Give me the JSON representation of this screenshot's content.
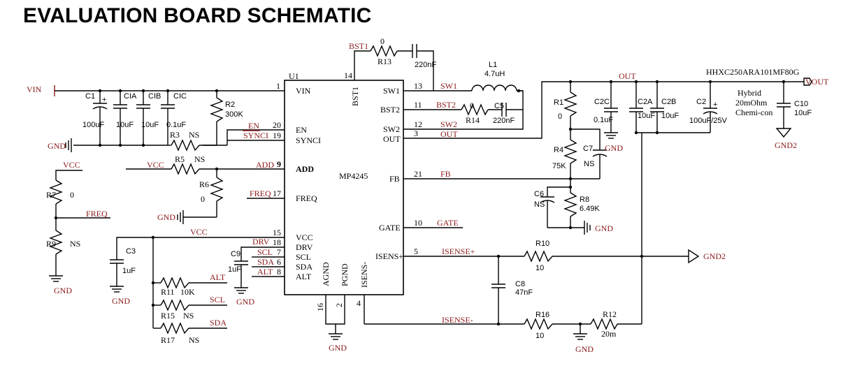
{
  "title": "EVALUATION BOARD SCHEMATIC",
  "ic": {
    "ref": "U1",
    "part": "MP4245",
    "pins_left": [
      {
        "num": "1",
        "name": "VIN"
      },
      {
        "num": "20",
        "name": "EN"
      },
      {
        "num": "19",
        "name": "SYNCI"
      },
      {
        "num": "9",
        "name": "ADD"
      },
      {
        "num": "17",
        "name": "FREQ"
      },
      {
        "num": "15",
        "name": "VCC"
      },
      {
        "num": "18",
        "name": "DRV"
      },
      {
        "num": "7",
        "name": "SCL"
      },
      {
        "num": "6",
        "name": "SDA"
      },
      {
        "num": "8",
        "name": "ALT"
      }
    ],
    "pins_right": [
      {
        "num": "13",
        "name": "SW1"
      },
      {
        "num": "11",
        "name": "BST2"
      },
      {
        "num": "12",
        "name": "SW2"
      },
      {
        "num": "3",
        "name": "OUT"
      },
      {
        "num": "21",
        "name": "FB"
      },
      {
        "num": "10",
        "name": "GATE"
      },
      {
        "num": "5",
        "name": "ISENS+"
      }
    ],
    "pins_top": [
      {
        "num": "14",
        "name": "BST1"
      }
    ],
    "pins_bottom": [
      {
        "num": "16",
        "name": "AGND"
      },
      {
        "num": "2",
        "name": "PGND"
      },
      {
        "num": "4",
        "name": "ISENS-"
      }
    ]
  },
  "nets": {
    "vin": "VIN",
    "vout": "VOUT",
    "out": "OUT",
    "gnd": "GND",
    "gnd2": "GND2",
    "vcc": "VCC",
    "bst1": "BST1",
    "bst2": "BST2",
    "sw1": "SW1",
    "sw2": "SW2",
    "en": "EN",
    "synci": "SYNCI",
    "add": "ADD",
    "freq": "FREQ",
    "fb": "FB",
    "gate": "GATE",
    "drv": "DRV",
    "scl": "SCL",
    "sda": "SDA",
    "alt": "ALT",
    "isense_p": "ISENSE+",
    "isense_n": "ISENSE-"
  },
  "components": {
    "c1": {
      "ref": "C1",
      "value": "100uF"
    },
    "cia": {
      "ref": "CIA",
      "value": "10uF"
    },
    "cib": {
      "ref": "CIB",
      "value": "10uF"
    },
    "cic": {
      "ref": "CIC",
      "value": "0.1uF"
    },
    "r2": {
      "ref": "R2",
      "value": "300K"
    },
    "r3": {
      "ref": "R3",
      "value": "NS"
    },
    "r5": {
      "ref": "R5",
      "value": "NS"
    },
    "r6": {
      "ref": "R6",
      "value": "0"
    },
    "r7": {
      "ref": "R7",
      "value": "0"
    },
    "r9": {
      "ref": "R9",
      "value": "NS"
    },
    "c3": {
      "ref": "C3",
      "value": "1uF"
    },
    "c9": {
      "ref": "C9",
      "value": "1uF"
    },
    "r11": {
      "ref": "R11",
      "value": "10K"
    },
    "r15": {
      "ref": "R15",
      "value": "NS"
    },
    "r17": {
      "ref": "R17",
      "value": "NS"
    },
    "r13": {
      "ref": "R13",
      "value": "0"
    },
    "c4": {
      "value": "220nF"
    },
    "l1": {
      "ref": "L1",
      "value": "4.7uH"
    },
    "r14": {
      "ref": "R14",
      "value": "0"
    },
    "c5": {
      "ref": "C5",
      "value": "220nF"
    },
    "r1": {
      "ref": "R1",
      "value": "0"
    },
    "r4": {
      "ref": "R4",
      "value": "75K"
    },
    "c7": {
      "ref": "C7",
      "value": "NS"
    },
    "c6": {
      "ref": "C6",
      "value": "NS"
    },
    "r8": {
      "ref": "R8",
      "value": "6.49K"
    },
    "c2c": {
      "ref": "C2C",
      "value": "0.1uF"
    },
    "c2a": {
      "ref": "C2A",
      "value": "10uF"
    },
    "c2b": {
      "ref": "C2B",
      "value": "10uF"
    },
    "c2": {
      "ref": "C2",
      "value": "100uF/25V"
    },
    "c10": {
      "ref": "C10",
      "value": "10uF"
    },
    "r10": {
      "ref": "R10",
      "value": "10"
    },
    "c8": {
      "ref": "C8",
      "value": "47nF"
    },
    "r16": {
      "ref": "R16",
      "value": "10"
    },
    "r12": {
      "ref": "R12",
      "value": "20m"
    }
  },
  "notes": {
    "part_number": "HHXC250ARA101MF80G",
    "hybrid_1": "Hybrid",
    "hybrid_2": "20mOhm",
    "hybrid_3": "Chemi-con"
  }
}
